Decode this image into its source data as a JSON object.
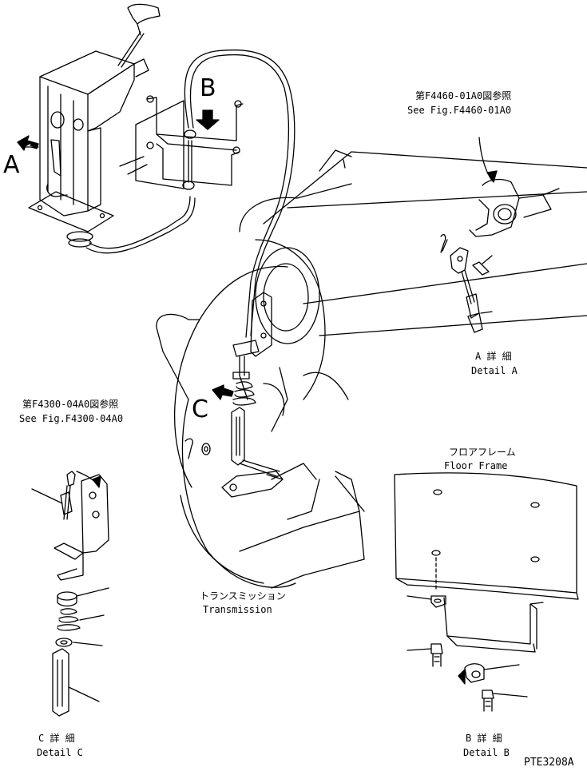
{
  "callouts": {
    "a": "A",
    "b": "B",
    "c": "C"
  },
  "ref_detail_a": {
    "jp": "第F4460-01A0図参照",
    "en": "See Fig.F4460-01A0"
  },
  "ref_detail_c": {
    "jp": "第F4300-04A0図参照",
    "en": "See Fig.F4300-04A0"
  },
  "detail_a": {
    "jp": "A 詳 細",
    "en": "Detail A"
  },
  "detail_b": {
    "jp": "B 詳 細",
    "en": "Detail B"
  },
  "detail_c": {
    "jp": "C 詳 細",
    "en": "Detail C"
  },
  "floor_frame": {
    "jp": "フロアフレーム",
    "en": "Floor Frame"
  },
  "transmission": {
    "jp": "トランスミッション",
    "en": "Transmission"
  },
  "figure_code": "PTE3208A"
}
